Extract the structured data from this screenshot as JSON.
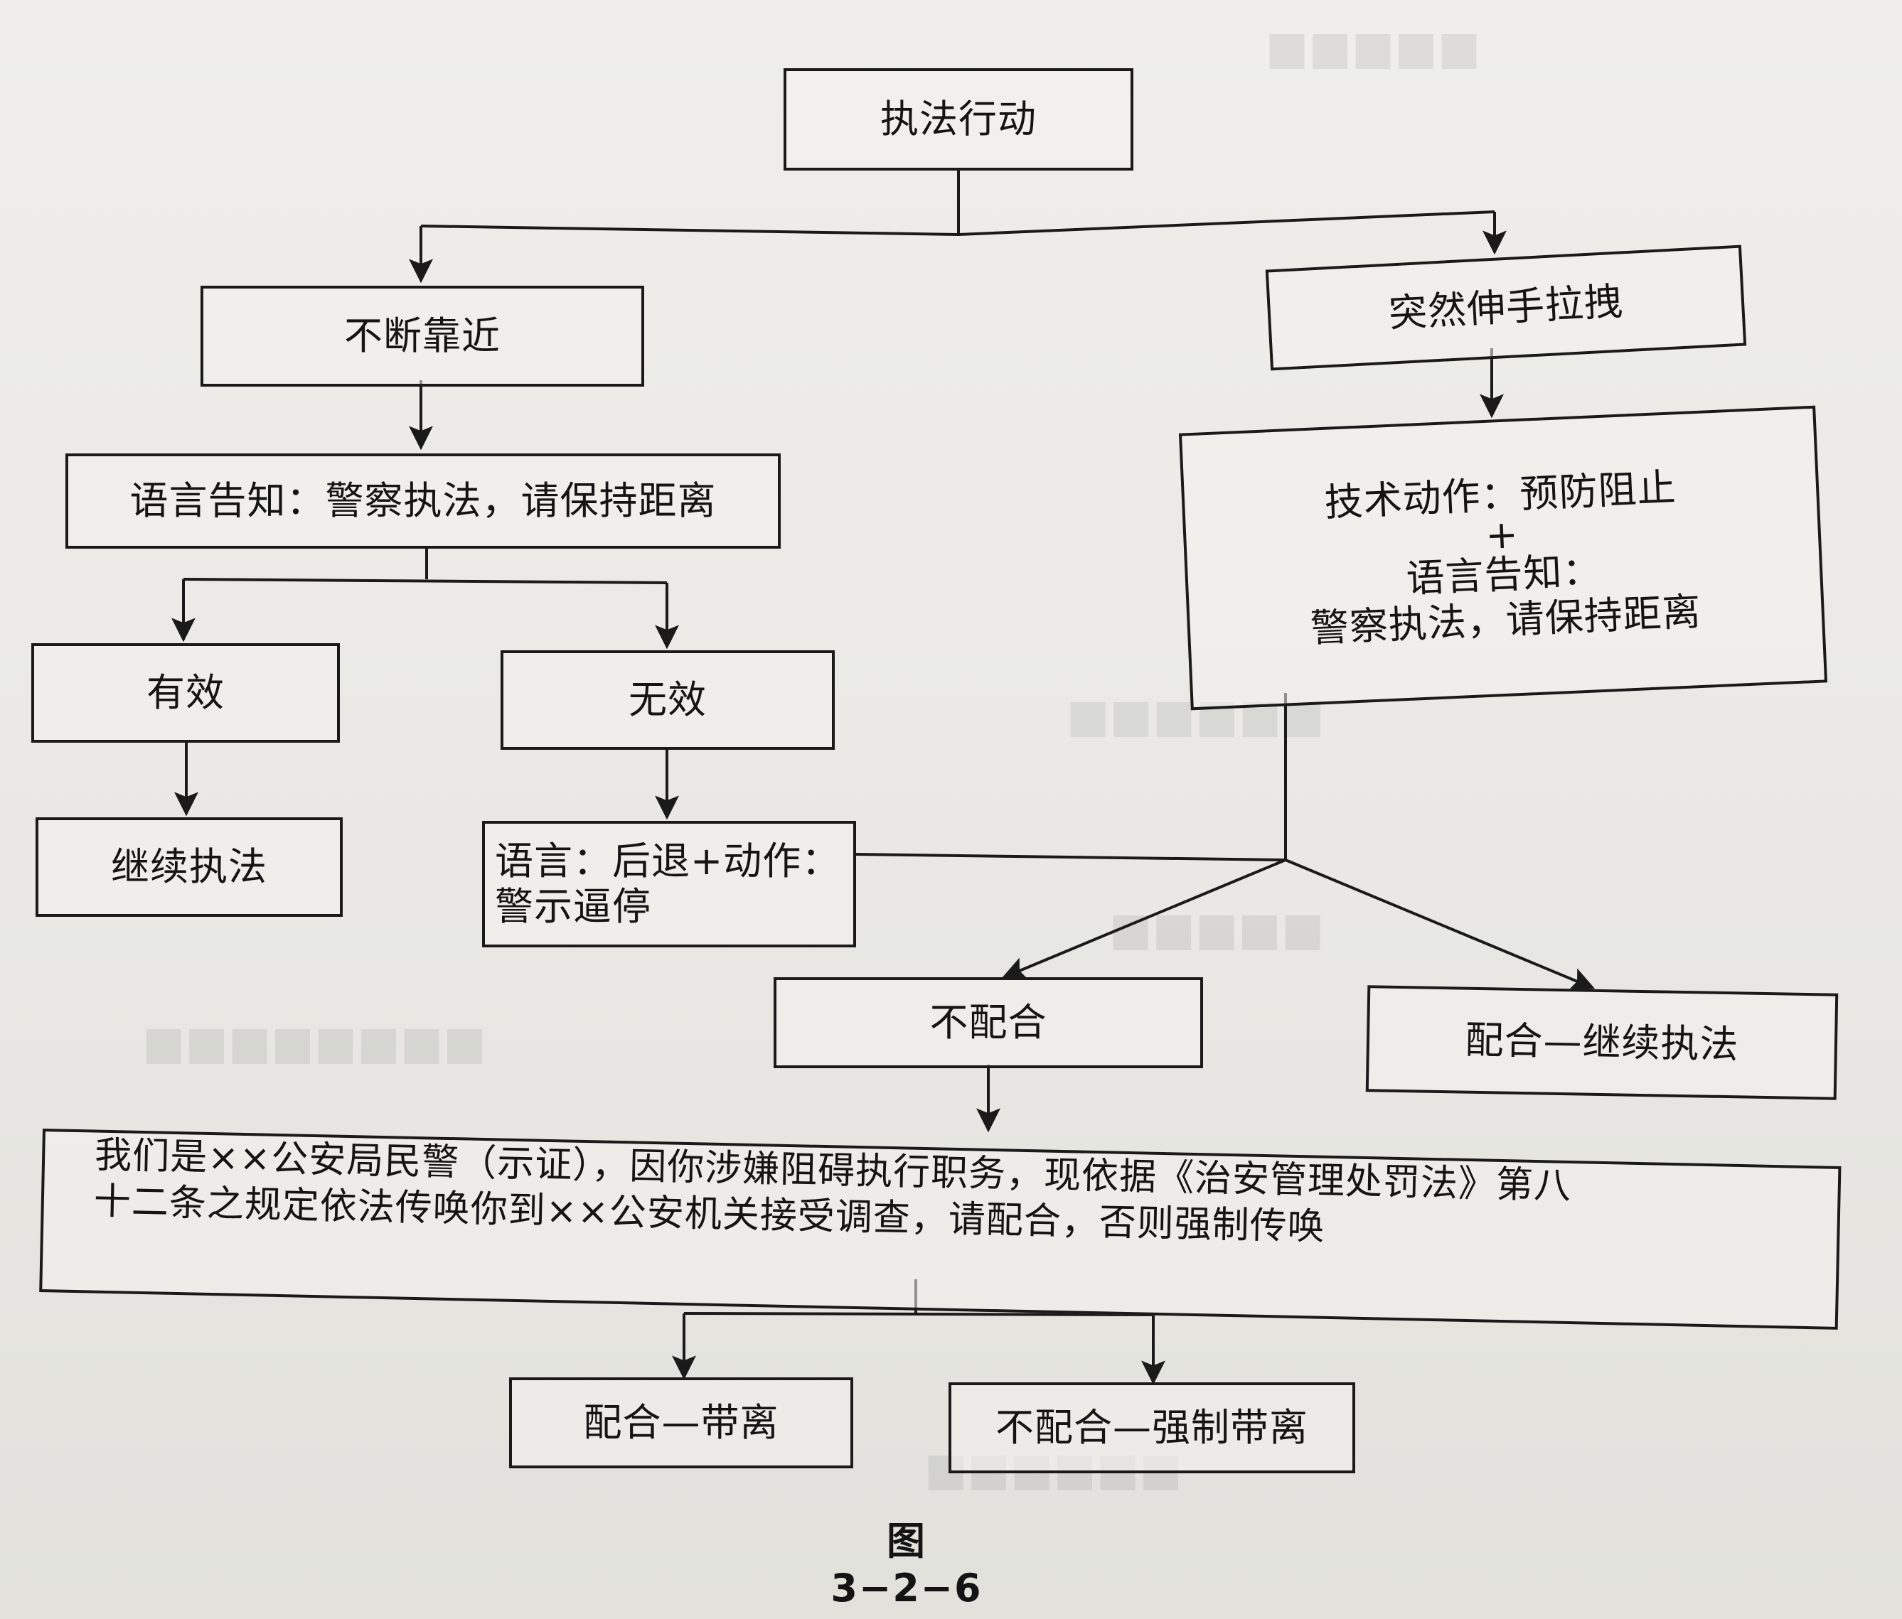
{
  "flowchart": {
    "start": "执法行动",
    "branch_left": "不断靠近",
    "branch_right": "突然伸手拉拽",
    "verbal_notice": "语言告知：警察执法，请保持距离",
    "effective": "有效",
    "ineffective": "无效",
    "continue_enforcement": "继续执法",
    "verbal_action_line1": "语言：后退+动作：",
    "verbal_action_line2": "警示逼停",
    "technique_line1": "技术动作：预防阻止",
    "technique_plus": "+",
    "technique_line2": "语言告知：",
    "technique_line3": "警察执法，请保持距离",
    "not_cooperate": "不配合",
    "cooperate_continue": "配合—继续执法",
    "warning_line1": "我们是××公安局民警（示证），因你涉嫌阻碍执行职务，现依据《治安管理处罚法》第八",
    "warning_line2": "十二条之规定依法传唤你到××公安机关接受调查，请配合，否则强制传唤",
    "cooperate_leave": "配合—带离",
    "not_cooperate_forced": "不配合—强制带离"
  },
  "caption": "图 3−2−6"
}
